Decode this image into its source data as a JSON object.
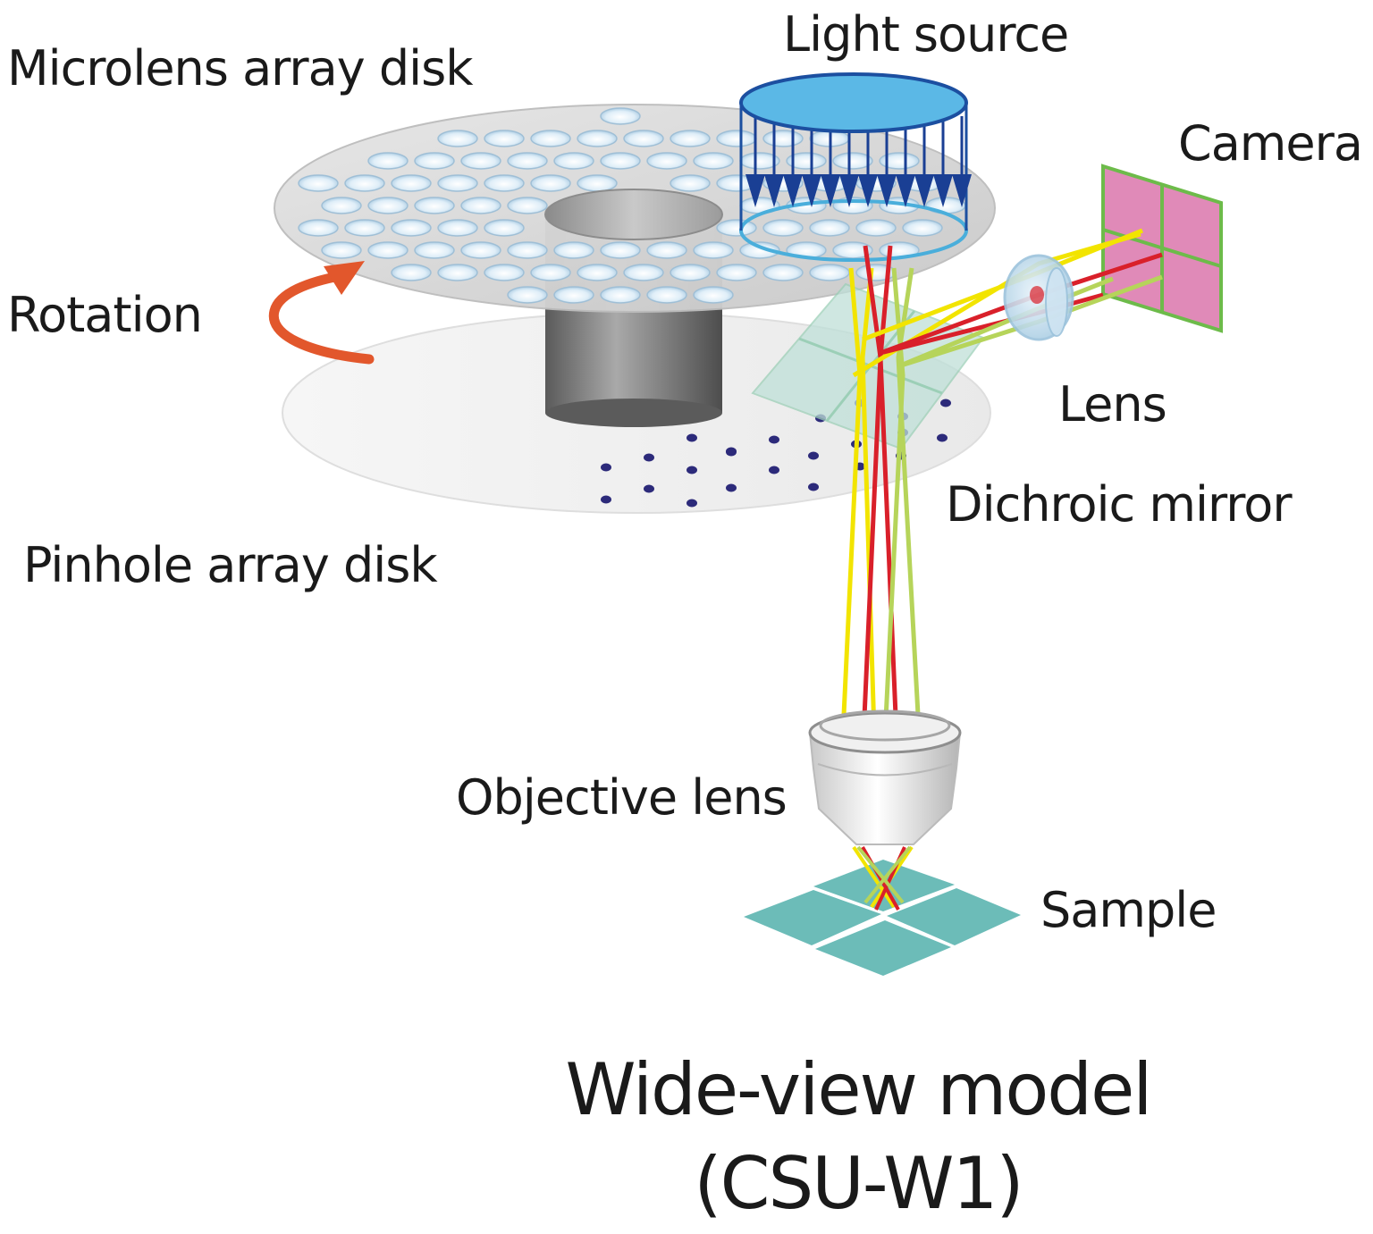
{
  "labels": {
    "light_source": "Light source",
    "microlens_disk": "Microlens array disk",
    "camera": "Camera",
    "rotation": "Rotation",
    "lens": "Lens",
    "dichroic_mirror": "Dichroic mirror",
    "pinhole_disk": "Pinhole array disk",
    "objective_lens": "Objective lens",
    "sample": "Sample"
  },
  "title": {
    "line1": "Wide-view model",
    "line2": "(CSU-W1)"
  },
  "colors": {
    "light_source_top": "#5bb8e6",
    "light_source_outline": "#1c4fa0",
    "arrow_blue": "#1a3f94",
    "camera_pink": "#e08ab8",
    "camera_green": "#6dbb4a",
    "rotation_arrow": "#e2572c",
    "beam_yellow": "#f2e400",
    "beam_red": "#d9202a",
    "beam_green": "#b6d45a",
    "sample_teal": "#6cbcb8",
    "pinhole_dot": "#2c2a7a",
    "mirror_fill": "#bfe0d8"
  }
}
